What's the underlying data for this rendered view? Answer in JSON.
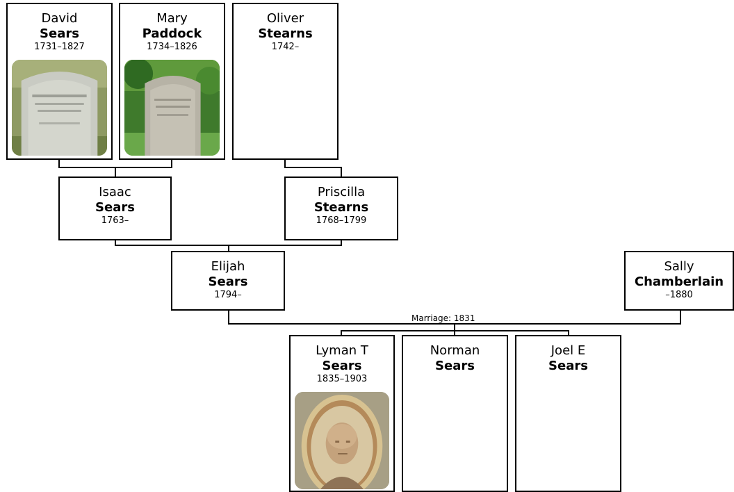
{
  "people": {
    "david": {
      "given": "David",
      "surname": "Sears",
      "dates": "1731–1827",
      "photo": "gravestone-photo"
    },
    "mary": {
      "given": "Mary",
      "surname": "Paddock",
      "dates": "1734–1826",
      "photo": "gravestone-photo"
    },
    "oliver": {
      "given": "Oliver",
      "surname": "Stearns",
      "dates": "1742–"
    },
    "isaac": {
      "given": "Isaac",
      "surname": "Sears",
      "dates": "1763–"
    },
    "priscilla": {
      "given": "Priscilla",
      "surname": "Stearns",
      "dates": "1768–1799"
    },
    "elijah": {
      "given": "Elijah",
      "surname": "Sears",
      "dates": "1794–"
    },
    "sally": {
      "given": "Sally",
      "surname": "Chamberlain",
      "dates": "–1880"
    },
    "lyman": {
      "given": "Lyman T",
      "surname": "Sears",
      "dates": "1835–1903",
      "photo": "portrait-photo"
    },
    "norman": {
      "given": "Norman",
      "surname": "Sears"
    },
    "joel": {
      "given": "Joel E",
      "surname": "Sears"
    }
  },
  "marriage": {
    "label": "Marriage: 1831"
  }
}
